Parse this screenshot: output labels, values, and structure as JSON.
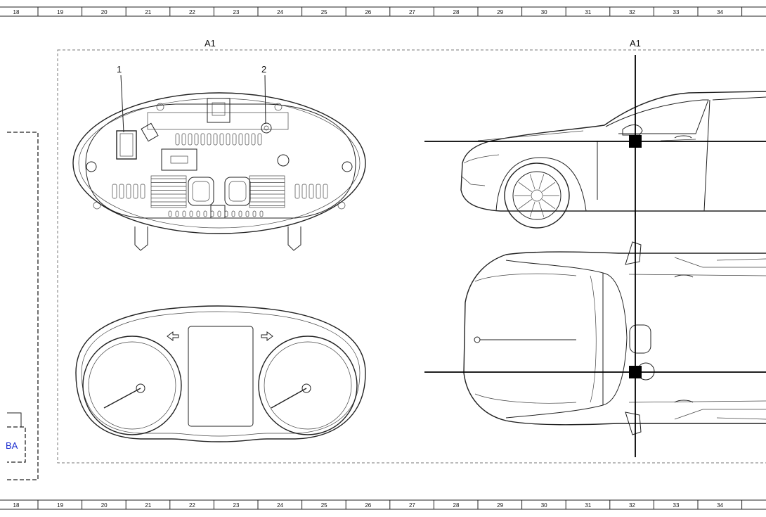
{
  "ruler": {
    "numbers": [
      "18",
      "19",
      "20",
      "21",
      "22",
      "23",
      "24",
      "25",
      "26",
      "27",
      "28",
      "29",
      "30",
      "31",
      "32",
      "33",
      "34"
    ]
  },
  "labels": {
    "area_left": "A1",
    "area_right": "A1",
    "callout_1": "1",
    "callout_2": "2",
    "connector_ref": "BA"
  },
  "colors": {
    "line": "#222222",
    "frame_dash": "#777777",
    "marker": "#000000",
    "connector_text": "#1a2ccf"
  }
}
